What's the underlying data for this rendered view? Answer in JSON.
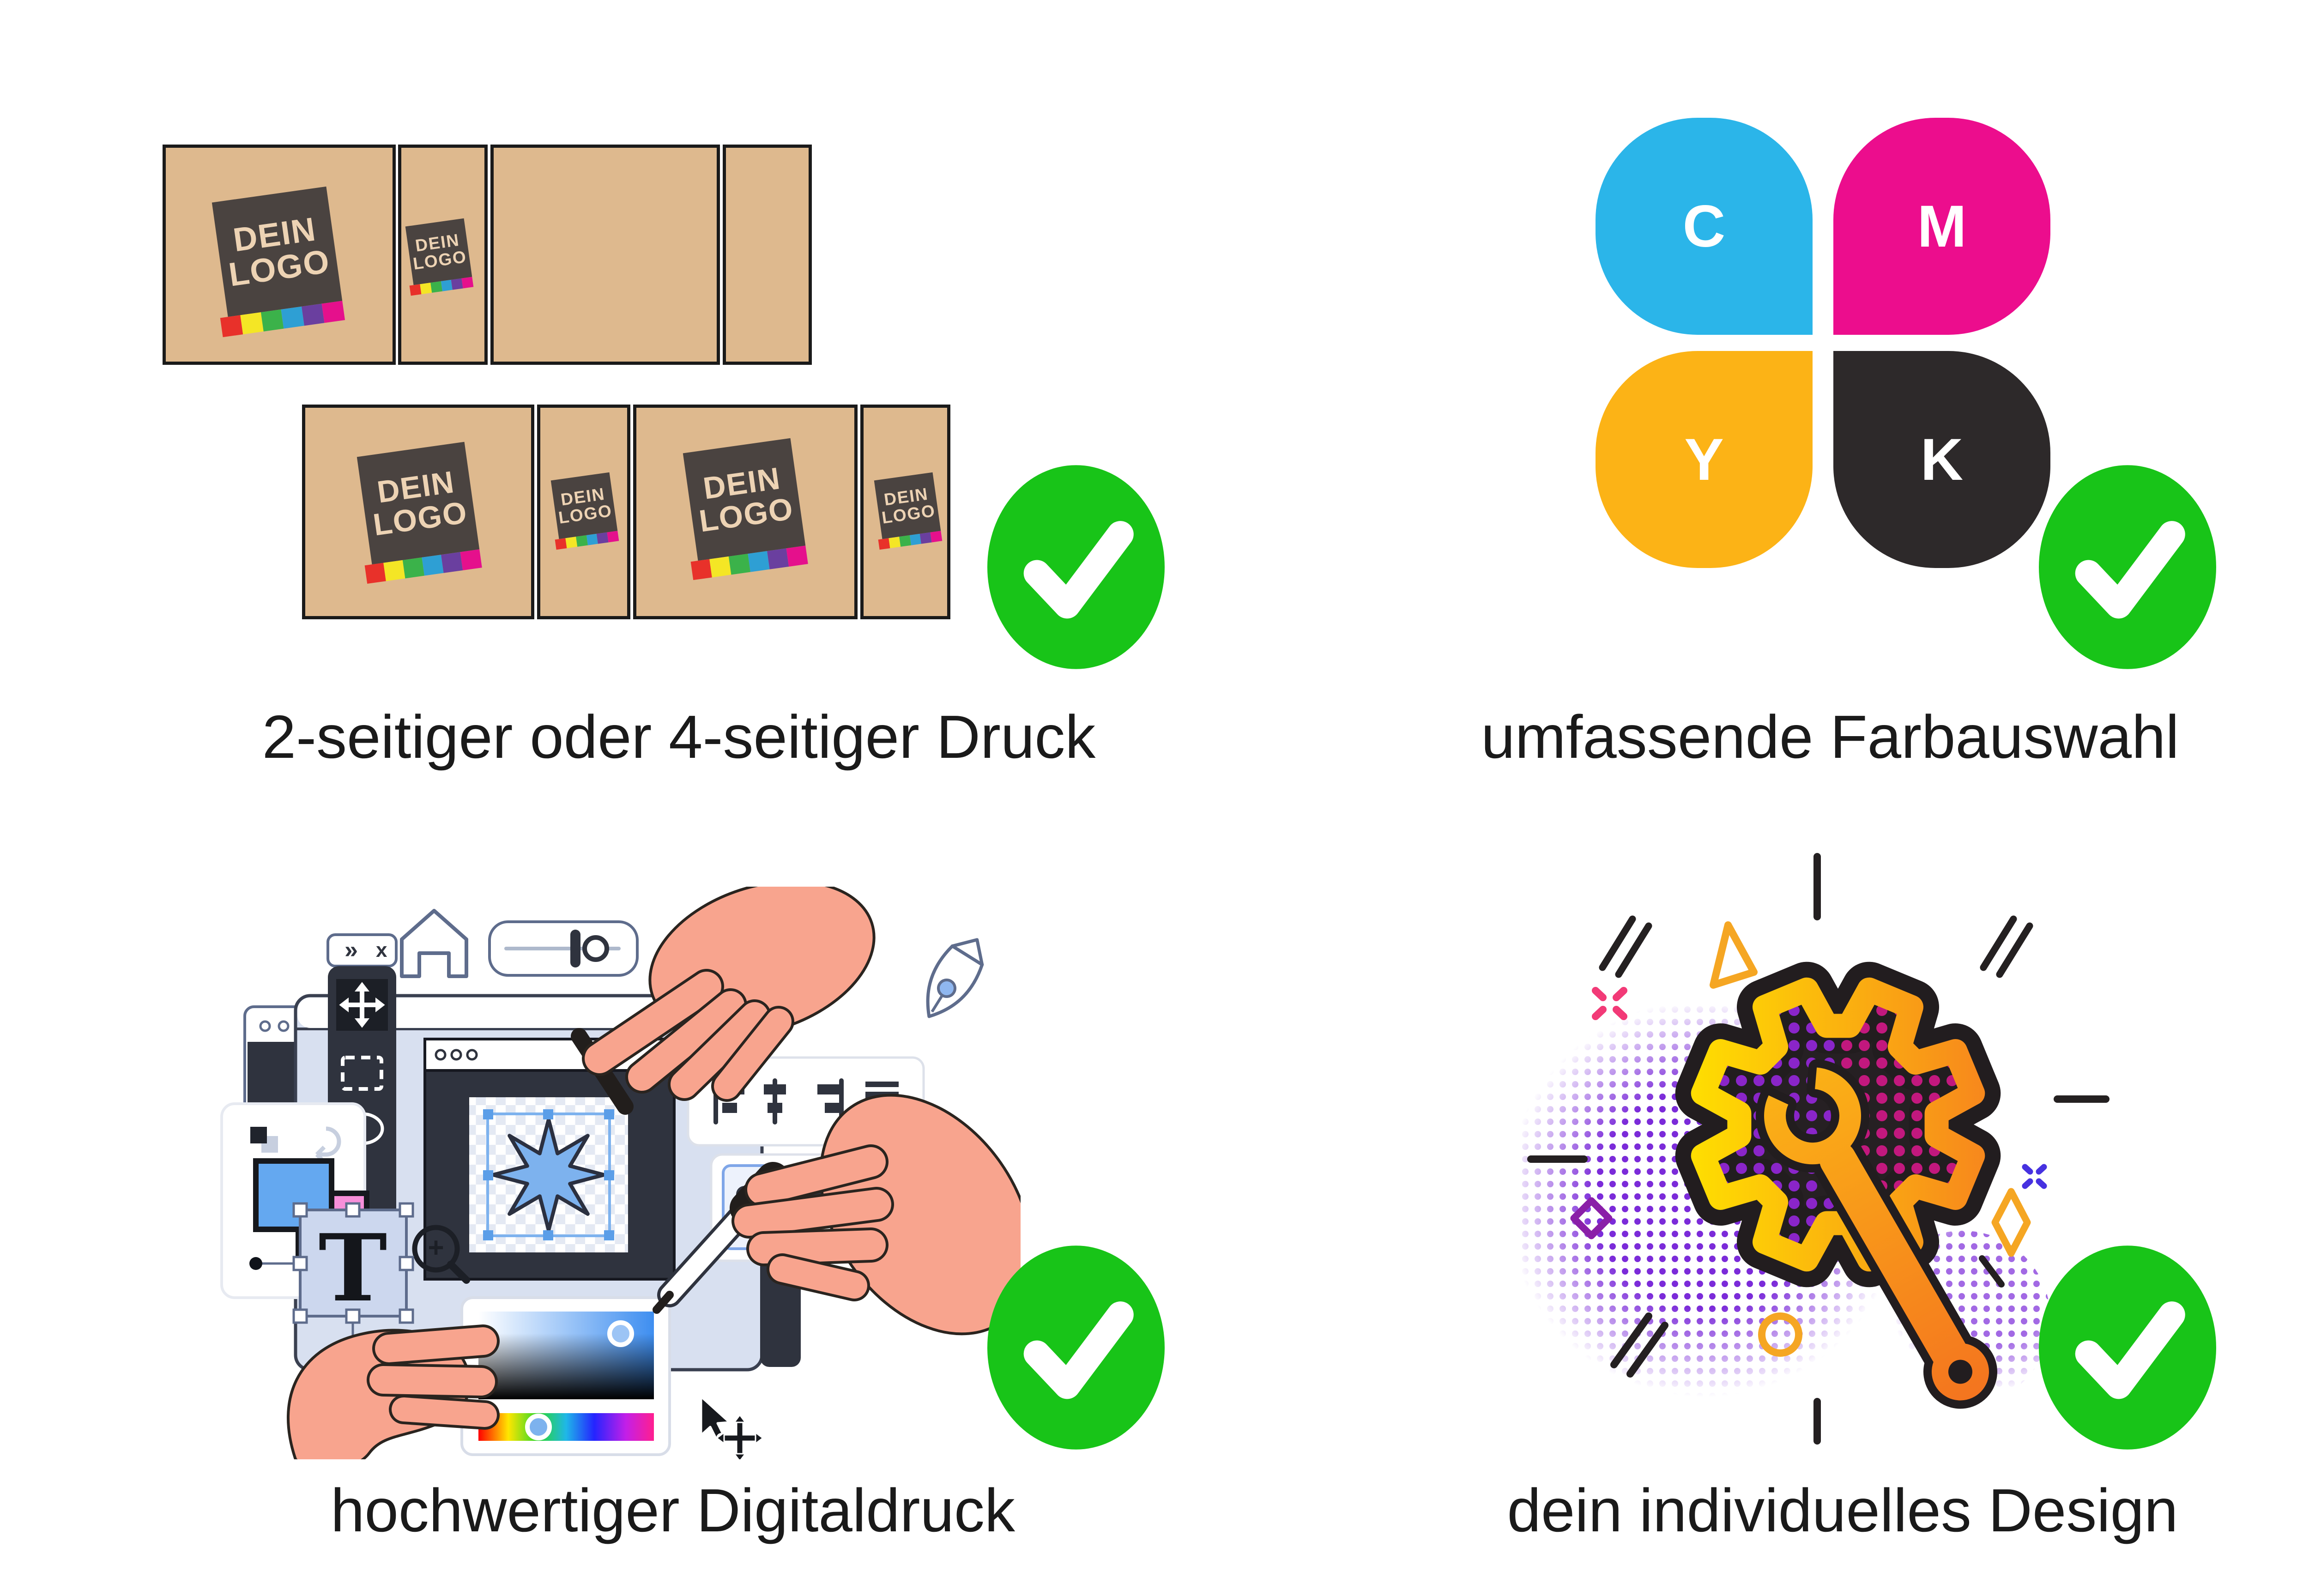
{
  "page": {
    "background": "#ffffff"
  },
  "colors": {
    "caption": "#1a1a1a",
    "cardboard": "#DEB98E",
    "panel_border": "#1a1a1a",
    "logo_bg": "#4A4340",
    "logo_text": "#EDD3B4",
    "strip_1": "#E8312A",
    "strip_2": "#F4E625",
    "strip_3": "#3BB24A",
    "strip_4": "#2E9FD4",
    "strip_5": "#6A3F9F",
    "strip_6": "#E5108C",
    "cmyk_c": "#2BB5E9",
    "cmyk_m": "#EC0D8D",
    "cmyk_y": "#FCB316",
    "cmyk_k": "#2D292A",
    "check_green": "#18C418",
    "gear_yellow": "#FFE000",
    "gear_orange": "#F7861D",
    "gear_outline": "#221D1F",
    "gear_fill": "#262023",
    "dot_purple": "#8A25C9",
    "dot_magenta": "#C2187E",
    "dot_cloud": "#7B2BD9",
    "deco_black": "#242021",
    "deco_pink": "#F23A77",
    "deco_yellow": "#F5A623",
    "deco_purple": "#8A1FA8",
    "deco_blue": "#4631E0",
    "skin": "#F8A48E",
    "skin_line": "#2A241F",
    "win_fill": "#D8E0F0",
    "win_stroke": "#3A4050",
    "dark": "#2F333E",
    "darker": "#1C1F26",
    "gray_stroke": "#5E6C8C",
    "panel_stroke": "#DDE1EA",
    "blue": "#7DB2EE",
    "blue_sel": "#5B9EE8",
    "swatch_blue": "#64A8F0",
    "swatch_pink": "#F78FD9"
  },
  "features": [
    {
      "id": "print-sides",
      "caption": "2-seitiger oder 4-seitiger Druck"
    },
    {
      "id": "color-range",
      "caption": "umfassende Farbauswahl"
    },
    {
      "id": "digital-print",
      "caption": "hochwertiger Digitaldruck"
    },
    {
      "id": "custom-design",
      "caption": "dein individuelles Design"
    }
  ],
  "box_print": {
    "logo": {
      "line1": "DEIN",
      "line2": "LOGO"
    }
  },
  "cmyk": {
    "c": "C",
    "m": "M",
    "y": "Y",
    "k": "K"
  },
  "design_tool": {
    "toolbar_collapse": "»",
    "toolbar_close": "x",
    "text_tool": "T",
    "zoom_plus": "+"
  }
}
